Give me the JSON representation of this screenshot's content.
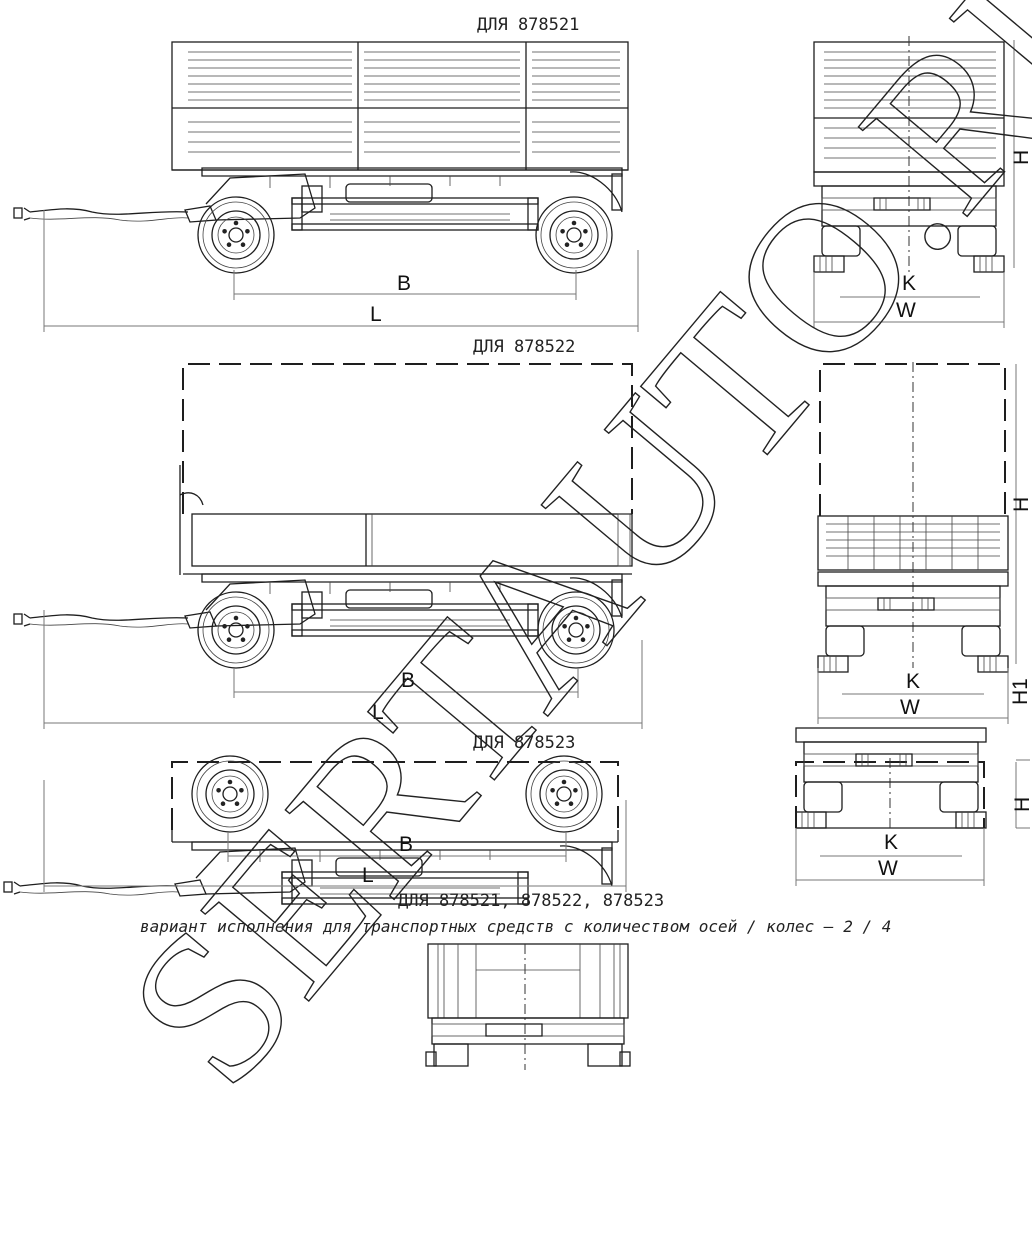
{
  "captions": {
    "top": "ДЛЯ 878521",
    "middle": "ДЛЯ 878522",
    "lower": "ДЛЯ 878523",
    "bottom": "ДЛЯ 878521, 878522, 878523",
    "variant": "вариант исполнения для транспортных средств с количеством осей / колес – 2 / 4"
  },
  "dims": {
    "wheelbase": "B",
    "length": "L",
    "track": "K",
    "width": "W",
    "height": "H",
    "height_total": "H1"
  },
  "watermark": "SERTAUTO.RU"
}
